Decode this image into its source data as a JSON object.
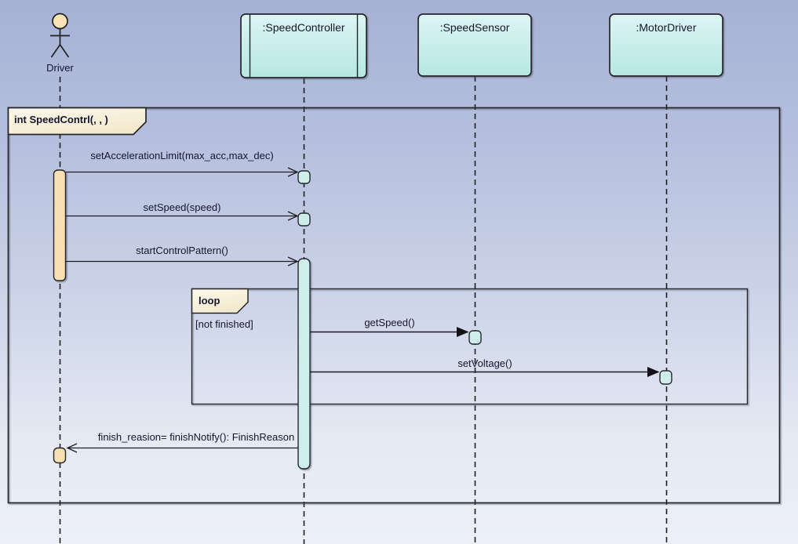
{
  "diagram_frame": {
    "operation_label": "int SpeedContrl(, , )"
  },
  "actor": {
    "name": "Driver"
  },
  "lifelines": {
    "speed_controller": ":SpeedController",
    "speed_sensor": ":SpeedSensor",
    "motor_driver": ":MotorDriver"
  },
  "messages": {
    "set_acceleration_limit": "setAccelerationLimit(max_acc,max_dec)",
    "set_speed": "setSpeed(speed)",
    "start_control_pattern": "startControlPattern()",
    "get_speed": "getSpeed()",
    "set_voltage": "setVoltage()",
    "finish_notify": "finish_reasion= finishNotify(): FinishReason"
  },
  "fragment": {
    "operator": "loop",
    "guard": "[not finished]"
  },
  "colors": {
    "background_top": "#a6b1d5",
    "background_bottom": "#edf0f8",
    "object_box_top": "#d9f4f2",
    "object_box_bottom": "#b7e7e2",
    "activation_cyan": "#cdeeea",
    "activation_tan": "#f8e0b2",
    "actor_head": "#fce3b5",
    "pentagon_fill": "#f9f3df",
    "line": "#232329",
    "text": "#15152e"
  }
}
